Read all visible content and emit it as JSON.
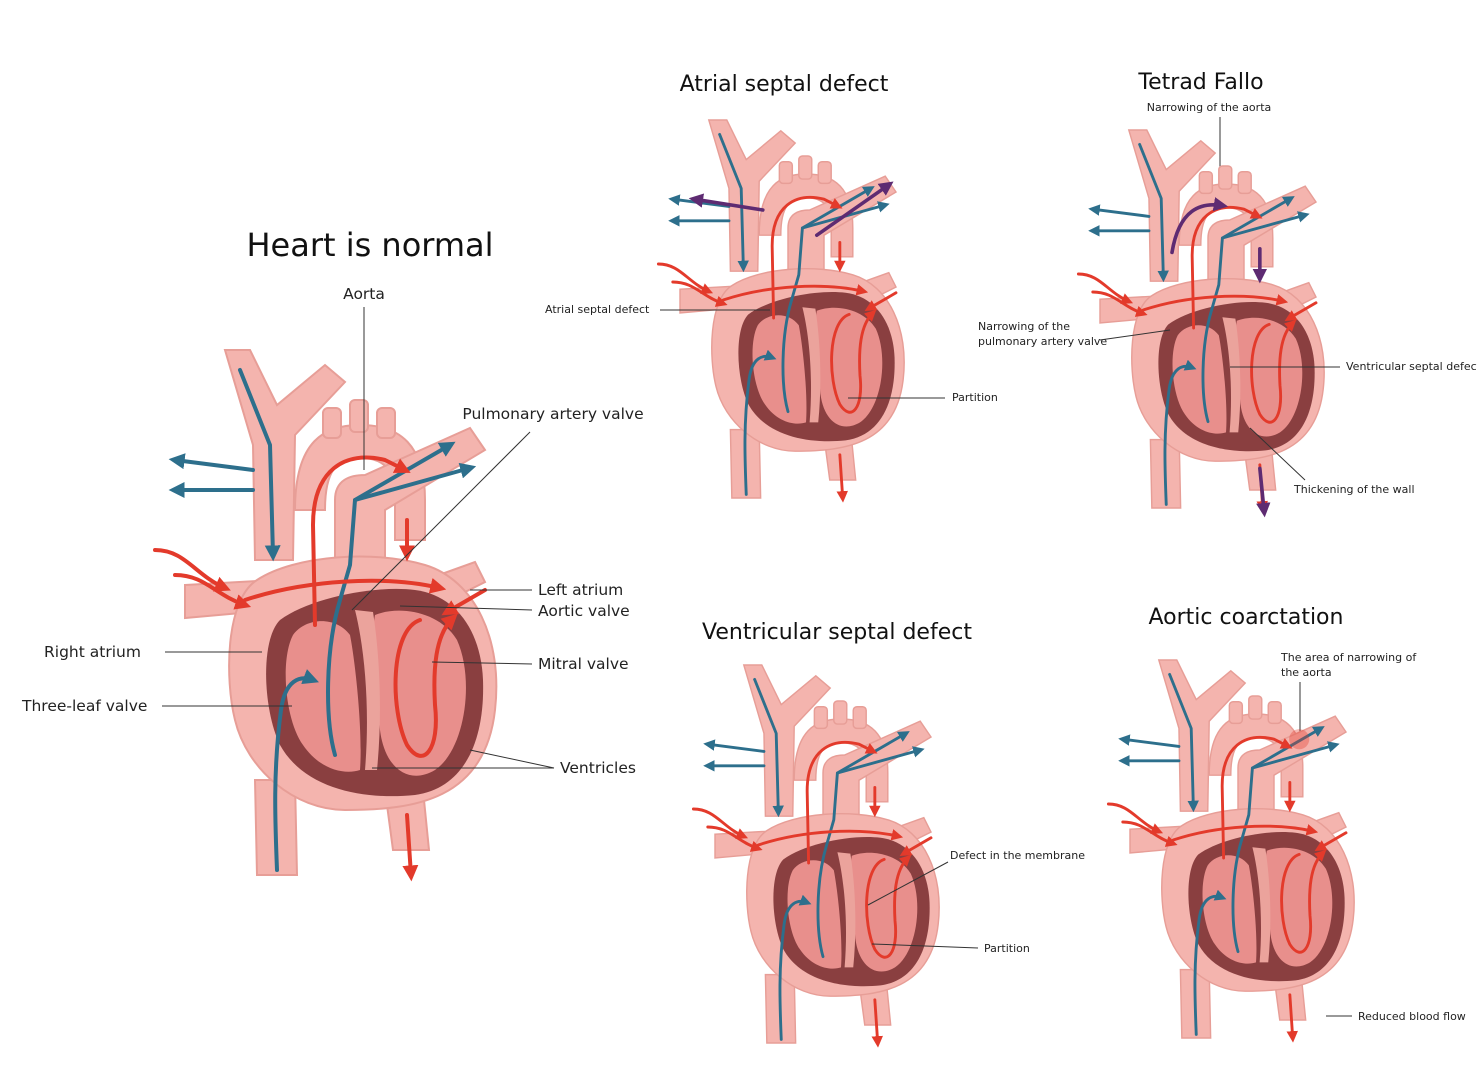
{
  "panels": {
    "normal": {
      "title": "Heart is normal",
      "labels": {
        "aorta": "Aorta",
        "pulmonary_artery_valve": "Pulmonary artery valve",
        "left_atrium": "Left atrium",
        "aortic_valve": "Aortic valve",
        "right_atrium": "Right atrium",
        "mitral_valve": "Mitral valve",
        "three_leaf_valve": "Three-leaf valve",
        "ventricles": "Ventricles"
      }
    },
    "asd": {
      "title": "Atrial septal defect",
      "labels": {
        "defect": "Atrial septal defect",
        "partition": "Partition"
      }
    },
    "tetrad": {
      "title": "Tetrad Fallo",
      "labels": {
        "narrowing_aorta": "Narrowing of the aorta",
        "narrowing_pulmonary_line1": "Narrowing of the",
        "narrowing_pulmonary_line2": "pulmonary artery valve",
        "vsd": "Ventricular septal defect",
        "thickening": "Thickening of the wall"
      }
    },
    "vsd": {
      "title": "Ventricular septal defect",
      "labels": {
        "membrane_defect": "Defect in the membrane",
        "partition": "Partition"
      }
    },
    "coarctation": {
      "title": "Aortic coarctation",
      "labels": {
        "narrowing_area_line1": "The area of narrowing of",
        "narrowing_area_line2": "the aorta",
        "reduced_flow": "Reduced blood flow"
      }
    }
  },
  "colors": {
    "oxygenated": "#e33a2b",
    "deoxygenated": "#2d6f8c",
    "mixed": "#5e2b72",
    "tissue": "#f4b4ae",
    "cavity": "#8a3f40"
  }
}
